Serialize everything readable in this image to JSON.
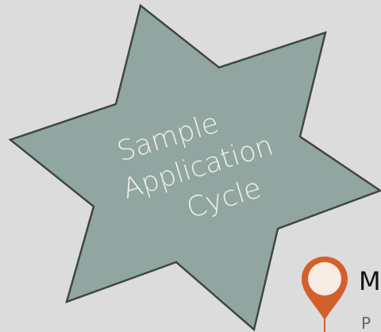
{
  "diagram": {
    "title_lines": [
      "Sample",
      "Application",
      "Cycle"
    ],
    "milestone": {
      "title": "M",
      "subtitle": "P"
    }
  },
  "colors": {
    "background": "#dcdcdc",
    "star_fill": "#92a6a1",
    "star_stroke": "#3e4745",
    "pin_color": "#d2602a",
    "pin_inner": "#f7ece3",
    "text_light": "#f0f0f0",
    "text_dark": "#111111"
  },
  "icons": {
    "pin": "map-pin-icon"
  }
}
